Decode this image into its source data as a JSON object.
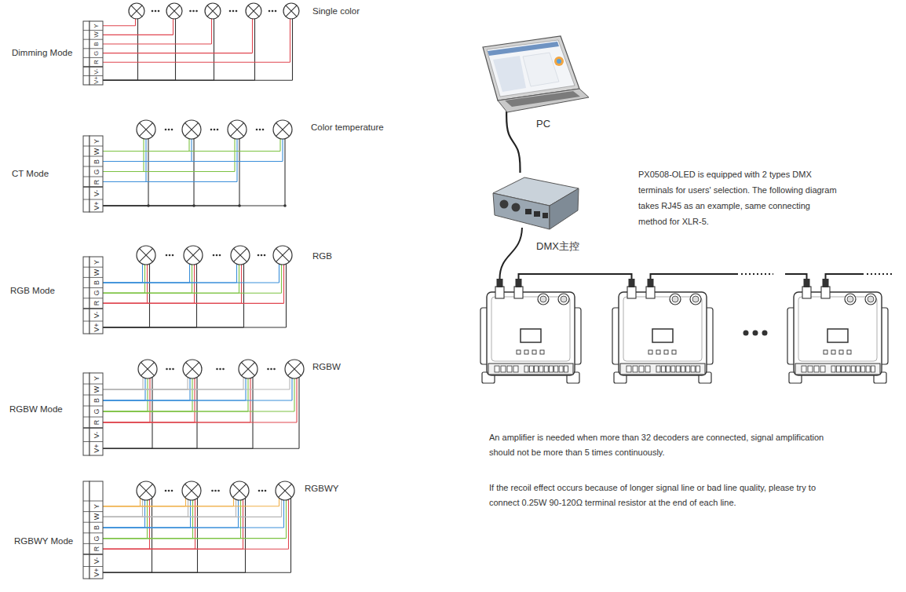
{
  "diagram": {
    "nodes": [
      {
        "text": [
          "PC"
        ]
      },
      {
        "text": [
          "DMX主控"
        ]
      }
    ],
    "edges": [
      {
        "from": 0,
        "to": 1,
        "arrow": "none"
      }
    ],
    "labels": [
      "Single color",
      "Dimming Mode",
      "Y",
      "W",
      "B",
      "G",
      "R",
      "V-",
      "V+",
      "Color temperature",
      "CT Mode",
      "Y",
      "W",
      "B",
      "G",
      "R",
      "V-",
      "V+",
      "RGB",
      "RGB Mode",
      "Y",
      "W",
      "B",
      "G",
      "R",
      "V-",
      "V+",
      "RGBW",
      "RGBW Mode",
      "Y",
      "W",
      "B",
      "G",
      "R",
      "V-",
      "V+",
      "RGBWY",
      "RGBWY Mode",
      "Y",
      "W",
      "B",
      "G",
      "R",
      "V-",
      "V+",
      "PX0508-OLED is equipped with 2 types DMX terminals for users' selection. The following diagram takes RJ45 as an example, same connecting method for XLR-5.",
      "An amplifier is needed when more than 32 decoders are connected, signal amplification should not be more than 5 times continuously.",
      "If the recoil effect occurs because of longer signal line or bad line quality, please try to connect 0.25W 90-120Ω terminal resistor at the end of each line."
    ]
  }
}
